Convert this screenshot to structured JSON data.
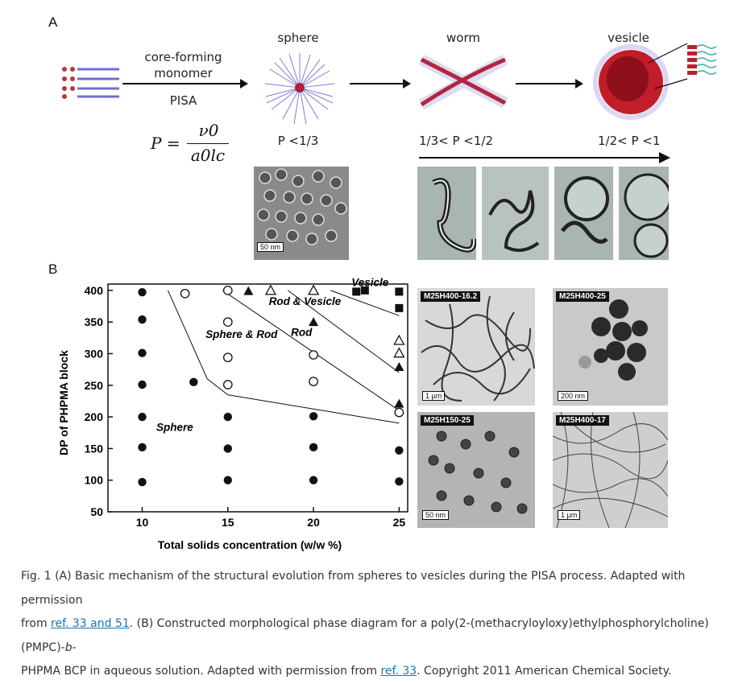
{
  "panel_a": {
    "letter": "A",
    "arrow_top": "core-forming",
    "arrow_mid": "monomer",
    "arrow_bottom": "PISA",
    "stage_sphere": "sphere",
    "stage_worm": "worm",
    "stage_vesicle": "vesicle",
    "eq_lhs": "P =",
    "eq_num": "ν0",
    "eq_den": "a0lc",
    "cond_sphere": "P <1/3",
    "cond_worm": "1/3< P <1/2",
    "cond_vesicle": "1/2< P <1",
    "scale_sphere": "50 nm"
  },
  "panel_b": {
    "letter": "B",
    "tem": [
      {
        "label": "M25H400-16.2",
        "scale": "1 µm"
      },
      {
        "label": "M25H400-25",
        "scale": "200 nm"
      },
      {
        "label": "M25H150-25",
        "scale": "50 nm"
      },
      {
        "label": "M25H400-17",
        "scale": "1 µm"
      }
    ]
  },
  "chart_data": {
    "type": "scatter",
    "xlabel": "Total solids concentration (w/w %)",
    "ylabel": "DP of PHPMA block",
    "xlim": [
      8,
      25.5
    ],
    "ylim": [
      50,
      410
    ],
    "xticks": [
      "10",
      "15",
      "20",
      "25"
    ],
    "yticks": [
      "50",
      "100",
      "150",
      "200",
      "250",
      "300",
      "350",
      "400"
    ],
    "region_labels": [
      "Vesicle",
      "Rod & Vesicle",
      "Sphere & Rod",
      "Rod",
      "Sphere"
    ],
    "series": [
      {
        "name": "Sphere",
        "marker": "filled-circle",
        "points": [
          [
            10,
            397
          ],
          [
            10,
            354
          ],
          [
            10,
            301
          ],
          [
            10,
            251
          ],
          [
            10,
            200
          ],
          [
            10,
            152
          ],
          [
            10,
            97
          ],
          [
            13,
            255
          ],
          [
            15,
            200
          ],
          [
            15,
            150
          ],
          [
            15,
            100
          ],
          [
            20,
            201
          ],
          [
            20,
            152
          ],
          [
            20,
            100
          ],
          [
            25,
            147
          ],
          [
            25,
            98
          ]
        ]
      },
      {
        "name": "Sphere & Rod",
        "marker": "open-circle",
        "points": [
          [
            12.5,
            395
          ],
          [
            15,
            400
          ],
          [
            15,
            350
          ],
          [
            15,
            294
          ],
          [
            15,
            251
          ],
          [
            20,
            298
          ],
          [
            20,
            256
          ],
          [
            25,
            207
          ]
        ]
      },
      {
        "name": "Rod",
        "marker": "filled-triangle",
        "points": [
          [
            16.2,
            399
          ],
          [
            20,
            350
          ],
          [
            25,
            279
          ],
          [
            25,
            221
          ]
        ]
      },
      {
        "name": "Rod & Vesicle",
        "marker": "open-triangle",
        "points": [
          [
            17.5,
            400
          ],
          [
            20,
            400
          ],
          [
            25,
            321
          ],
          [
            25,
            301
          ]
        ]
      },
      {
        "name": "Vesicle",
        "marker": "filled-square",
        "points": [
          [
            22.5,
            398
          ],
          [
            23,
            400
          ],
          [
            25,
            398
          ],
          [
            25,
            372
          ]
        ]
      }
    ],
    "boundaries": [
      [
        [
          11.5,
          400
        ],
        [
          13.8,
          260
        ],
        [
          15,
          235
        ],
        [
          25,
          190
        ]
      ],
      [
        [
          14.7,
          400
        ],
        [
          25,
          210
        ]
      ],
      [
        [
          18.5,
          400
        ],
        [
          25,
          270
        ]
      ],
      [
        [
          21,
          400
        ],
        [
          25,
          360
        ]
      ]
    ]
  },
  "caption": {
    "text1": "Fig. 1 (A) Basic mechanism of the structural evolution from spheres to vesicles during the PISA process. Adapted with permission",
    "text2a": "from ",
    "link1": "ref. 33 and 51",
    "text2b": ". (B) Constructed morphological phase diagram for a poly(2-(methacryloyloxy)ethylphosphorylcholine) (PMPC)-",
    "text2c": "b",
    "text2d": "-",
    "text3a": "PHPMA BCP in aqueous solution. Adapted with permission from ",
    "link2": "ref. 33",
    "text3b": ". Copyright 2011 American Chemical Society."
  },
  "colors": {
    "link": "#1a73b8",
    "vesicle": "#c21d2a",
    "chain": "#6d6fd1",
    "dot": "#b23b3b"
  }
}
